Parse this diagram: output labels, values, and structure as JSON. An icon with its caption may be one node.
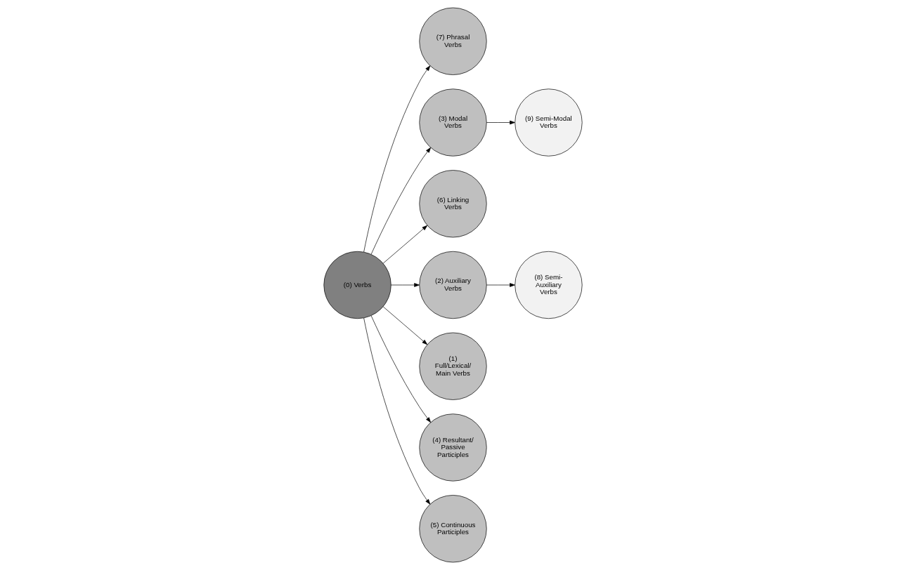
{
  "diagram": {
    "nodes": [
      {
        "text": [
          "(7) Phrasal Verbs"
        ]
      },
      {
        "text": [
          "(9) Semi-Modal Verbs"
        ]
      },
      {
        "text": [
          "(3) Modal Verbs"
        ]
      },
      {
        "text": [
          "(0) Verbs"
        ]
      },
      {
        "text": [
          "(6) Linking Verbs"
        ]
      },
      {
        "text": [
          "(8) Semi-Auxiliary Verbs"
        ]
      },
      {
        "text": [
          "(2) Auxiliary Verbs"
        ]
      },
      {
        "text": [
          "(1) Full/Lexical/ Main Verbs"
        ]
      },
      {
        "text": [
          "(4) Resultant/ Passive Participles"
        ]
      },
      {
        "text": [
          "(5) Continuous Participles"
        ]
      }
    ],
    "edges": [
      {
        "from": 3,
        "to": 2,
        "arrow": "to"
      },
      {
        "from": 3,
        "to": 6,
        "arrow": "to"
      },
      {
        "from": 3,
        "to": 7,
        "arrow": "to"
      },
      {
        "from": 3,
        "to": 8,
        "arrow": "to"
      },
      {
        "from": 3,
        "to": 9,
        "arrow": "to"
      },
      {
        "from": 3,
        "to": 4,
        "arrow": "to"
      },
      {
        "from": 3,
        "to": 0,
        "arrow": "to"
      },
      {
        "from": 2,
        "to": 1,
        "arrow": "to"
      },
      {
        "from": 6,
        "to": 5,
        "arrow": "to"
      }
    ]
  }
}
